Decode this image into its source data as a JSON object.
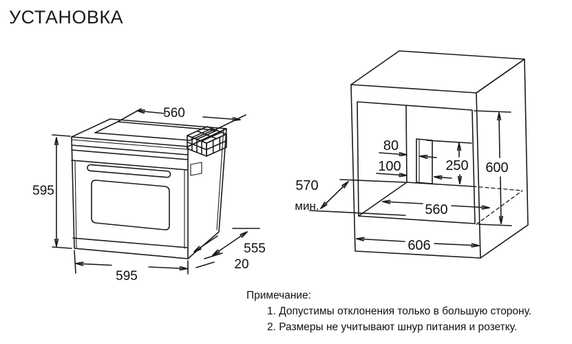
{
  "title": "УСТАНОВКА",
  "colors": {
    "line": "#1a1a1a",
    "background": "#ffffff"
  },
  "oven": {
    "top_width": "560",
    "height": "595",
    "bottom_width": "595",
    "depth": "555",
    "front_protrusion": "20"
  },
  "cabinet": {
    "cutout_width": "80",
    "cutout_offset": "100",
    "cutout_height": "250",
    "niche_height": "600",
    "depth_value": "570",
    "depth_suffix": "мин.",
    "niche_width": "560",
    "overall_width": "606"
  },
  "notes": {
    "heading": "Примечание:",
    "items": [
      "1. Допустимы отклонения только в большую сторону.",
      "2. Размеры не учитывают шнур питания и розетку."
    ]
  }
}
